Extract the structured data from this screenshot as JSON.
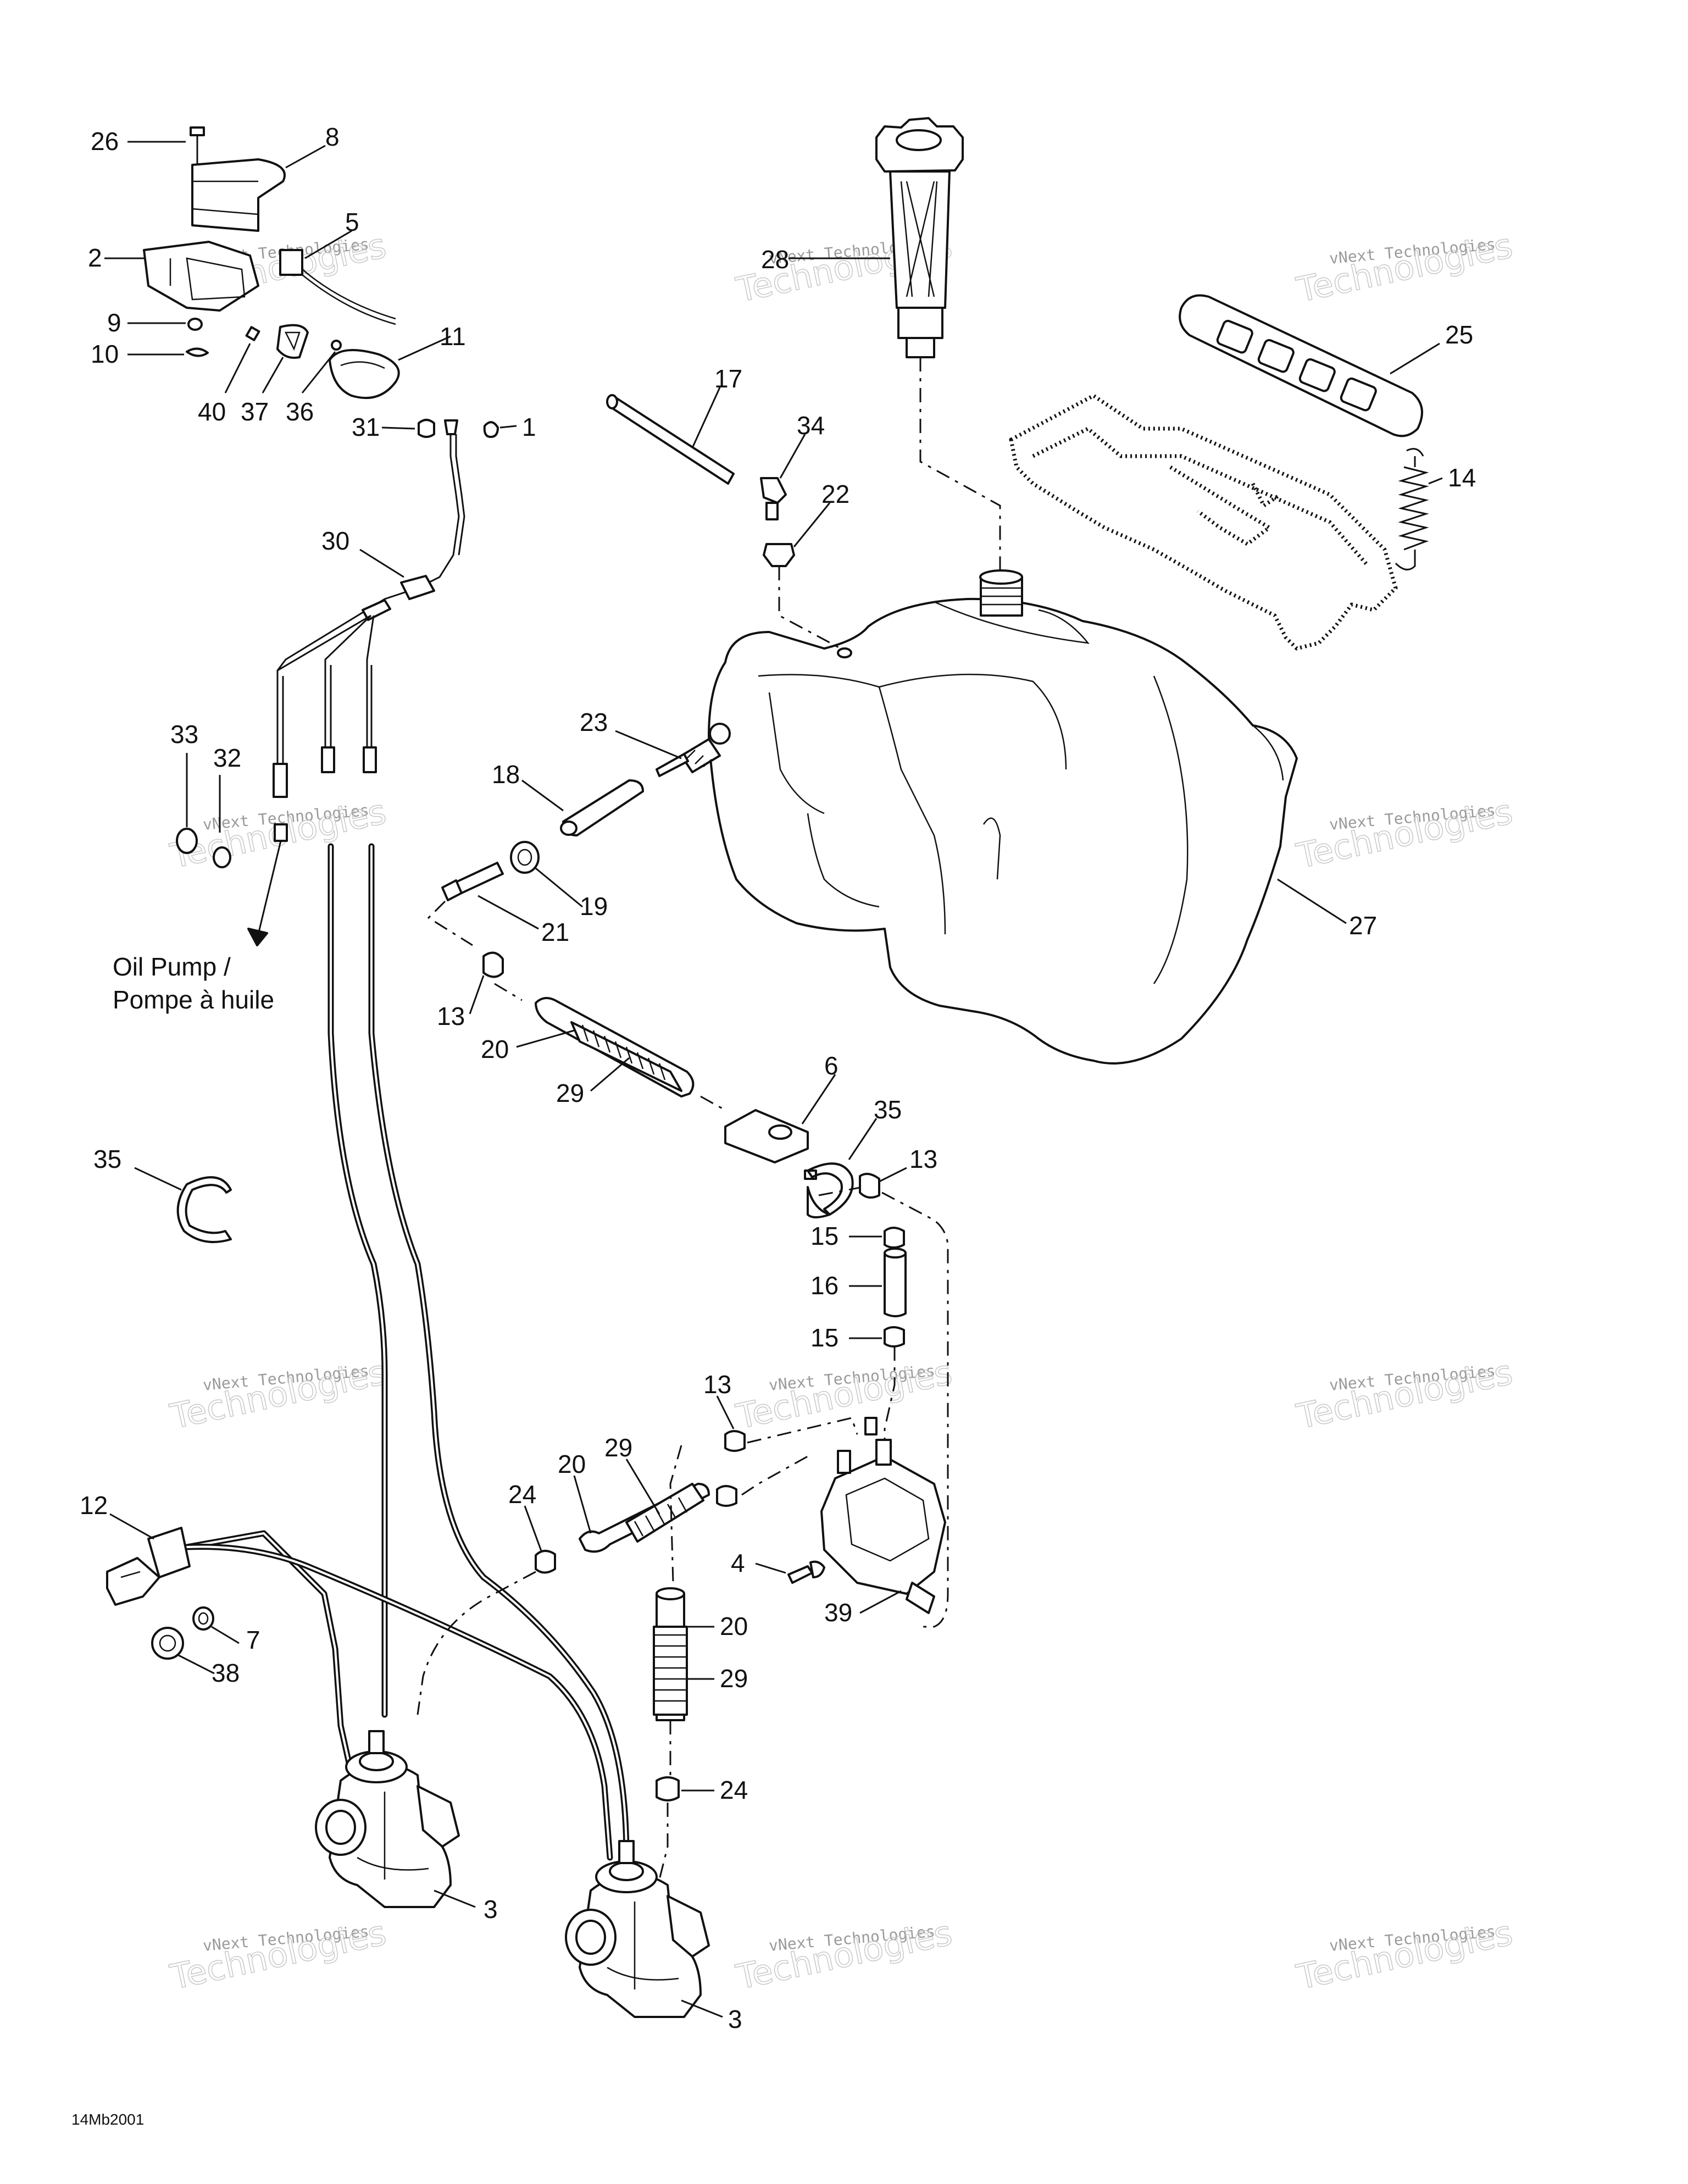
{
  "callouts": [
    {
      "id": "26",
      "text": "26"
    },
    {
      "id": "8",
      "text": "8"
    },
    {
      "id": "5",
      "text": "5"
    },
    {
      "id": "2",
      "text": "2"
    },
    {
      "id": "9",
      "text": "9"
    },
    {
      "id": "10",
      "text": "10"
    },
    {
      "id": "11",
      "text": "11"
    },
    {
      "id": "40",
      "text": "40"
    },
    {
      "id": "37",
      "text": "37"
    },
    {
      "id": "36",
      "text": "36"
    },
    {
      "id": "31",
      "text": "31"
    },
    {
      "id": "1",
      "text": "1"
    },
    {
      "id": "30",
      "text": "30"
    },
    {
      "id": "28",
      "text": "28"
    },
    {
      "id": "25",
      "text": "25"
    },
    {
      "id": "17",
      "text": "17"
    },
    {
      "id": "34",
      "text": "34"
    },
    {
      "id": "22",
      "text": "22"
    },
    {
      "id": "14",
      "text": "14"
    },
    {
      "id": "23",
      "text": "23"
    },
    {
      "id": "18",
      "text": "18"
    },
    {
      "id": "19",
      "text": "19"
    },
    {
      "id": "21",
      "text": "21"
    },
    {
      "id": "27",
      "text": "27"
    },
    {
      "id": "33",
      "text": "33"
    },
    {
      "id": "32",
      "text": "32"
    },
    {
      "id": "13a",
      "text": "13"
    },
    {
      "id": "20a",
      "text": "20"
    },
    {
      "id": "29a",
      "text": "29"
    },
    {
      "id": "6",
      "text": "6"
    },
    {
      "id": "35a",
      "text": "35"
    },
    {
      "id": "13b",
      "text": "13"
    },
    {
      "id": "35b",
      "text": "35"
    },
    {
      "id": "15a",
      "text": "15"
    },
    {
      "id": "16",
      "text": "16"
    },
    {
      "id": "15b",
      "text": "15"
    },
    {
      "id": "13c",
      "text": "13"
    },
    {
      "id": "29b",
      "text": "29"
    },
    {
      "id": "20b",
      "text": "20"
    },
    {
      "id": "24a",
      "text": "24"
    },
    {
      "id": "4",
      "text": "4"
    },
    {
      "id": "39",
      "text": "39"
    },
    {
      "id": "12",
      "text": "12"
    },
    {
      "id": "7",
      "text": "7"
    },
    {
      "id": "38",
      "text": "38"
    },
    {
      "id": "20c",
      "text": "20"
    },
    {
      "id": "29c",
      "text": "29"
    },
    {
      "id": "24b",
      "text": "24"
    },
    {
      "id": "3a",
      "text": "3"
    },
    {
      "id": "3b",
      "text": "3"
    }
  ],
  "note": {
    "line1": "Oil Pump /",
    "line2": "Pompe à huile"
  },
  "drawing_code": "14Mb2001",
  "watermark": {
    "line1": "vNext Technologies",
    "line2": "Technologies"
  }
}
